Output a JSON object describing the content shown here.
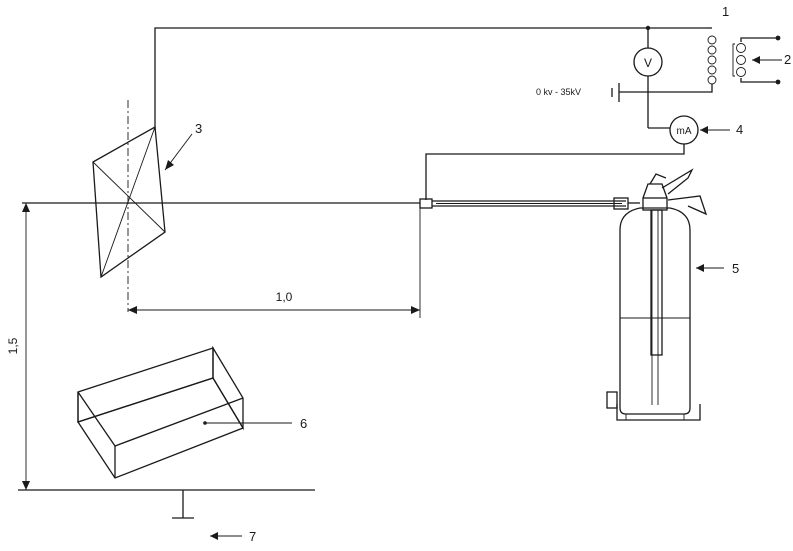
{
  "callouts": {
    "c1": "1",
    "c2": "2",
    "c3": "3",
    "c4": "4",
    "c5": "5",
    "c6": "6",
    "c7": "7"
  },
  "voltage_range": "0 kv - 35kV",
  "meters": {
    "voltmeter": "V",
    "milliammeter": "mA"
  },
  "dimensions": {
    "horizontal": "1,0",
    "vertical": "1,5"
  }
}
